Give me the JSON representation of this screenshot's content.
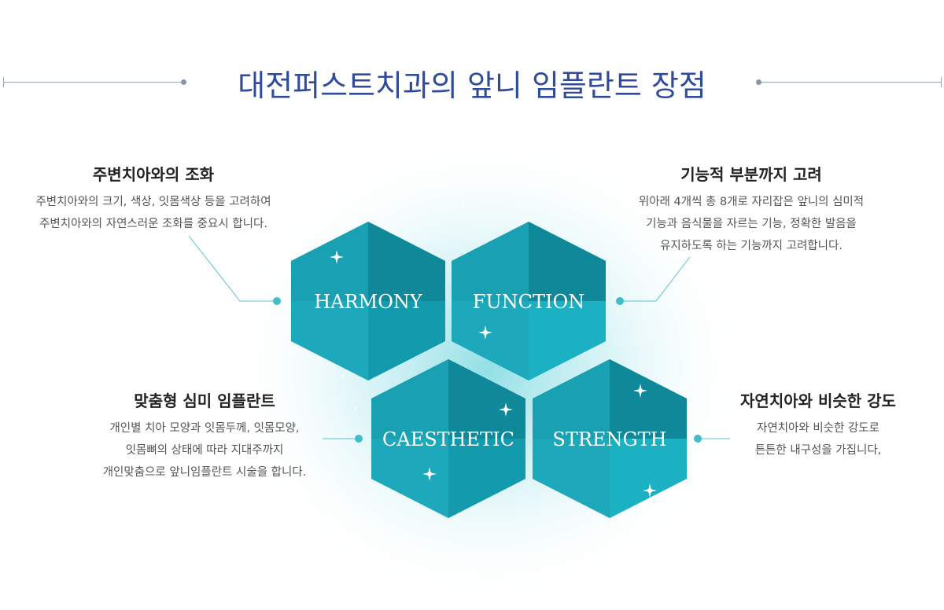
{
  "title": "대전퍼스트치과의 앞니 임플란트 장점",
  "colors": {
    "title": "#2f4b9a",
    "hex_dark": "#127f93",
    "hex_light": "#22b5c6",
    "connector": "#3fbcc8"
  },
  "hexagons": [
    {
      "label": "HARMONY"
    },
    {
      "label": "FUNCTION"
    },
    {
      "label": "CAESTHETIC"
    },
    {
      "label": "STRENGTH"
    }
  ],
  "features": {
    "harmony": {
      "heading": "주변치아와의 조화",
      "lines": [
        "주변치아와의 크기, 색상, 잇몸색상 등을 고려하여",
        "주변치아와의 자연스러운 조화를 중요시 합니다."
      ]
    },
    "function": {
      "heading": "기능적 부분까지 고려",
      "lines": [
        "위아래 4개씩 총 8개로 자리잡은 앞니의 심미적",
        "기능과 음식물을 자르는 기능, 정확한 발음을",
        "유지하도록 하는 기능까지 고려합니다."
      ]
    },
    "aesthetic": {
      "heading": "맞춤형 심미 임플란트",
      "lines": [
        "개인별 치아 모양과 잇몸두께, 잇몸모양,",
        "잇몸뼈의 상태에 따라 지대주까지",
        "개인맞춤으로 앞니임플란트 시술을 합니다."
      ]
    },
    "strength": {
      "heading": "자연치아와 비슷한 강도",
      "lines": [
        "자연치아와 비슷한 강도로",
        "튼튼한 내구성을 가집니다,"
      ]
    }
  }
}
